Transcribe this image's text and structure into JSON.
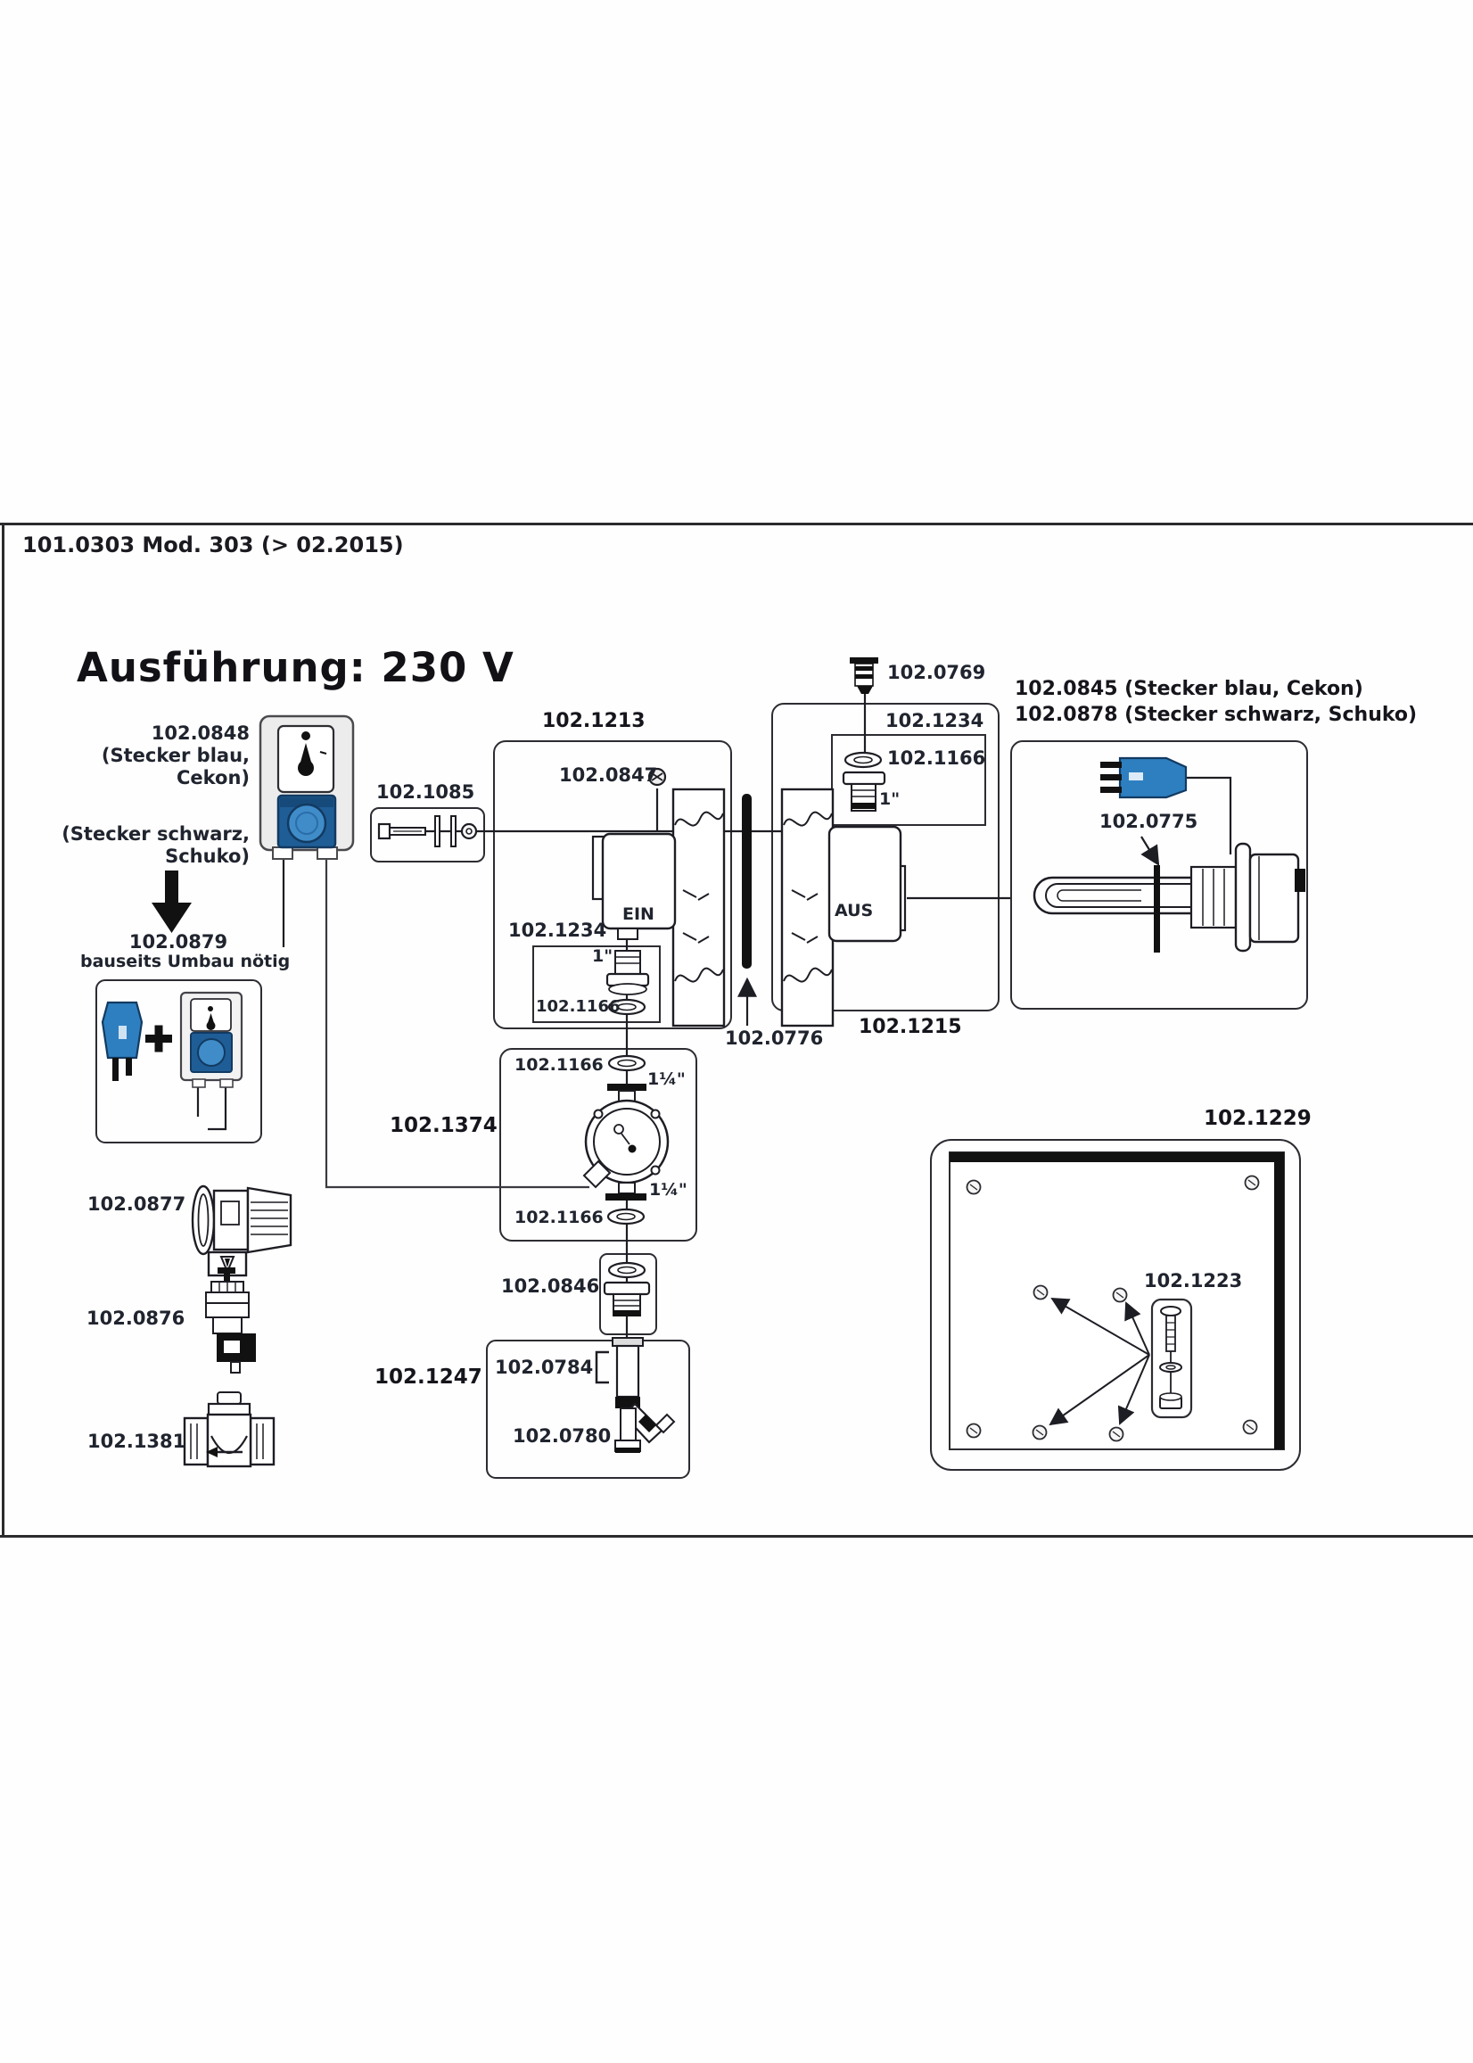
{
  "header": {
    "doc_ref": "101.0303 Mod. 303 (> 02.2015)"
  },
  "title": "Ausführung: 230 V",
  "supply": {
    "p0848": "102.0848",
    "p0848_note1": "(Stecker blau,",
    "p0848_note2": "Cekon)",
    "alt_note1": "(Stecker schwarz,",
    "alt_note2": "Schuko)",
    "p0879": "102.0879",
    "p0879_note": "bauseits Umbau nötig",
    "p0877": "102.0877",
    "p0876": "102.0876",
    "p1381": "102.1381"
  },
  "inlet": {
    "p1213": "102.1213",
    "p0847": "102.0847",
    "p1085": "102.1085",
    "p1234": "102.1234",
    "size_1": "1\"",
    "p1166": "102.1166",
    "ein": "EIN"
  },
  "outlet": {
    "p0769": "102.0769",
    "p1234": "102.1234",
    "p1166": "102.1166",
    "size_1": "1\"",
    "aus": "AUS",
    "p1215": "102.1215",
    "p0776": "102.0776"
  },
  "heater": {
    "p0845": "102.0845 (Stecker blau, Cekon)",
    "p0878": "102.0878 (Stecker schwarz, Schuko)",
    "p0775": "102.0775"
  },
  "pump": {
    "p1374": "102.1374",
    "size_top": "1¼\"",
    "p1166_top": "102.1166",
    "size_bottom": "1¼\"",
    "p1166_bottom": "102.1166",
    "p0846": "102.0846"
  },
  "drain": {
    "p1247": "102.1247",
    "p0784": "102.0784",
    "p0780": "102.0780"
  },
  "panel": {
    "p1229": "102.1229",
    "p1223": "102.1223"
  },
  "colors": {
    "line": "#1d1d24",
    "plug_blue": "#2e7fc0",
    "socket_blue": "#1f5d96",
    "socket_blue_light": "#3f8cc9"
  }
}
